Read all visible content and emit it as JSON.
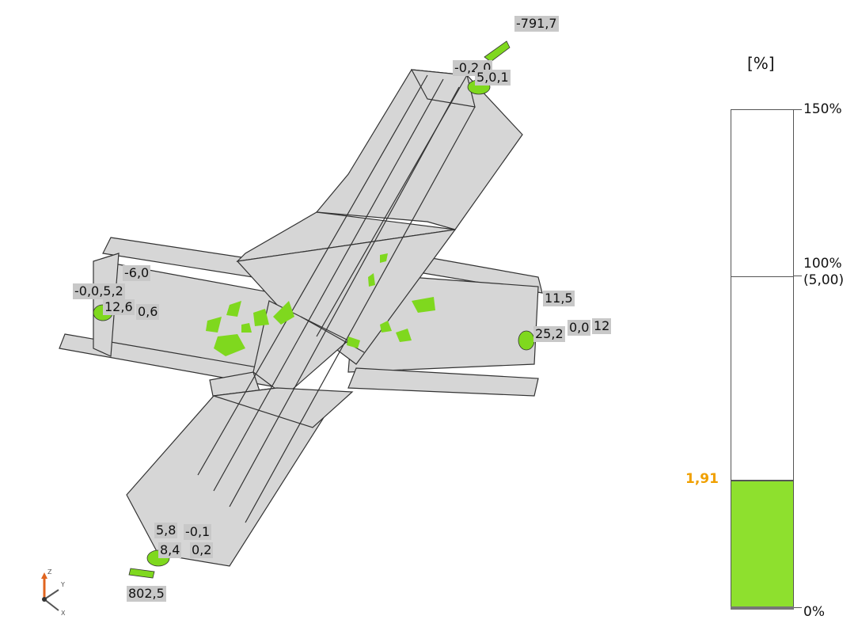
{
  "model_labels": {
    "top_force": "-791,7",
    "top_moment": "-0,2,0",
    "top_moment_b": "5,0,1",
    "left_a": "-6,0",
    "left_b": "-0,0,5,2",
    "left_c": "12,6",
    "left_d": "0,6",
    "right_a": "11,5",
    "right_b": "25,2",
    "right_c": "0,0",
    "right_d": "12",
    "bottom_a": "5,8",
    "bottom_b": "-0,1",
    "bottom_c": "8,4",
    "bottom_d": "0,2",
    "bottom_force": "802,5"
  },
  "axis_labels": {
    "z": "Z",
    "y": "Y",
    "x": "X"
  },
  "legend": {
    "unit": "[%]",
    "max": "150%",
    "limit": "100%",
    "limit_value": "(5,00)",
    "min": "0%",
    "current": "1,91",
    "current_fraction": 0.255,
    "limit_fraction": 0.667,
    "fill_color": "#8ee02e",
    "current_color": "#f0a000"
  },
  "colors": {
    "steel": "#d6d6d6",
    "edge": "#333333",
    "plastic": "#7fd81e",
    "label_bg": "#c8c8c8"
  }
}
